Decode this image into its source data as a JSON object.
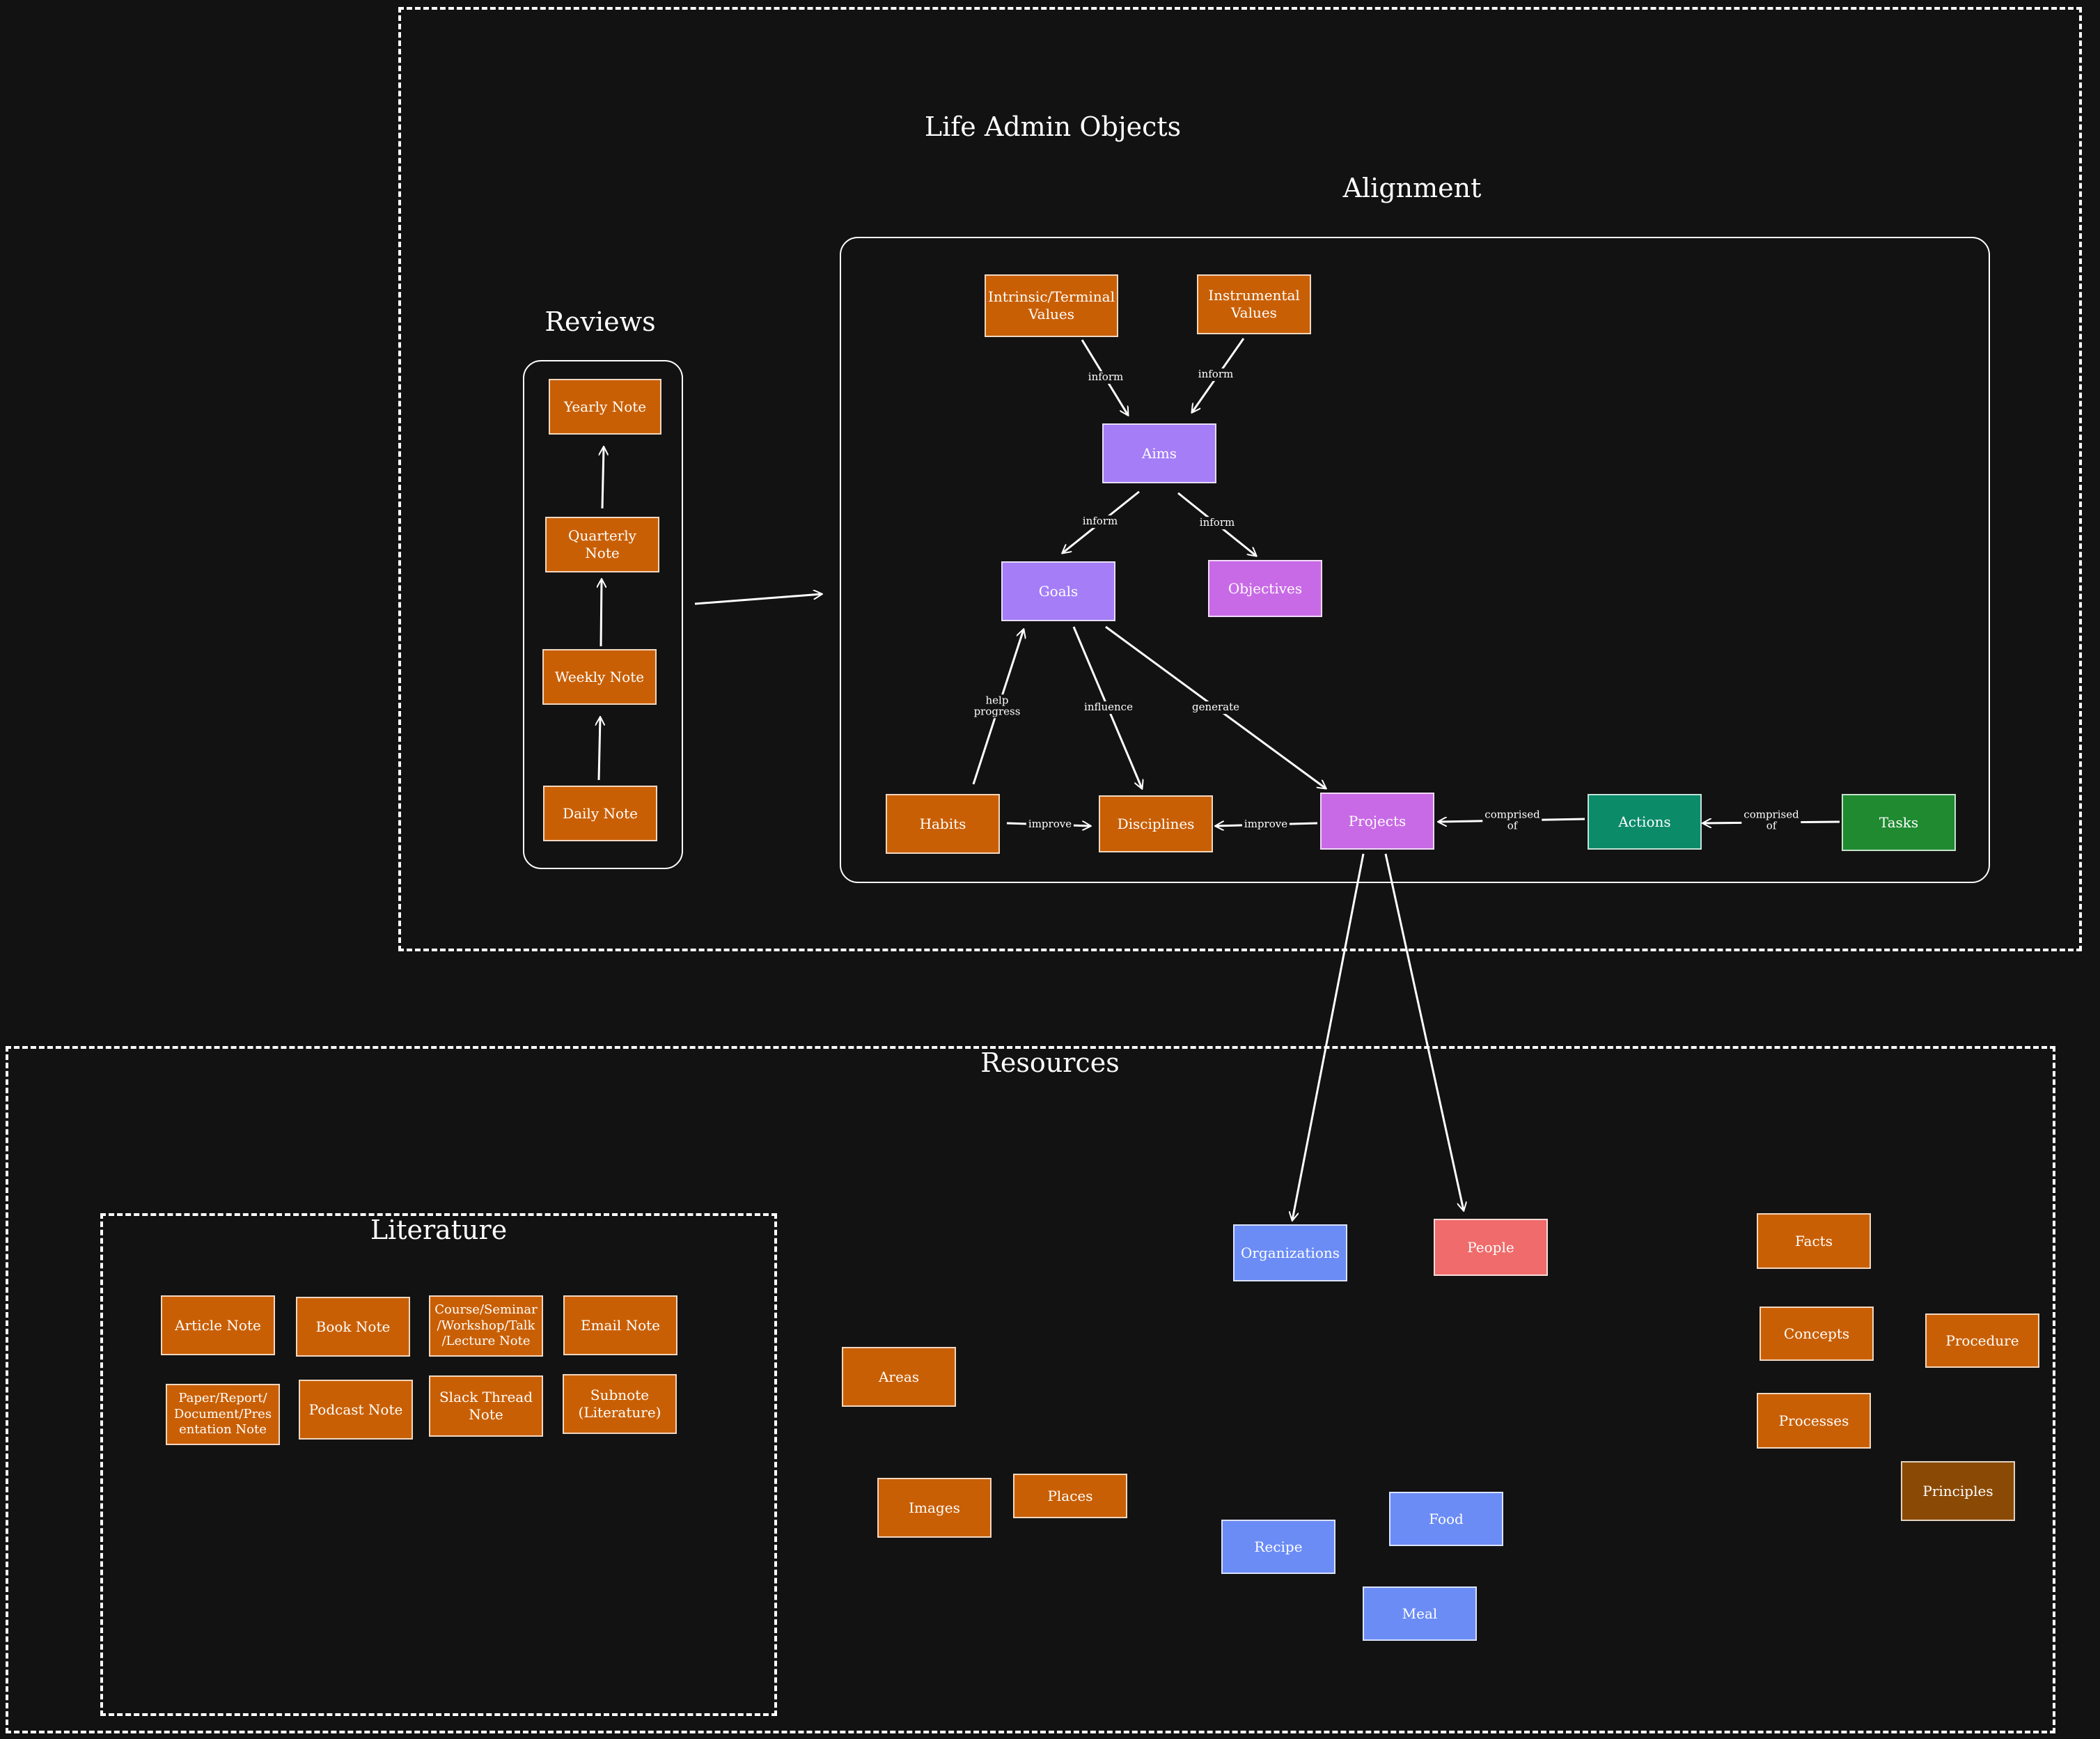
{
  "titles": {
    "life_admin": "Life Admin Objects",
    "alignment": "Alignment",
    "reviews": "Reviews",
    "resources": "Resources",
    "literature": "Literature"
  },
  "colors": {
    "background": "#121212",
    "orange": "#c95f04",
    "purple": "#a47df7",
    "magenta": "#c86ae6",
    "teal": "#0c8b69",
    "green": "#1f8a30",
    "blue": "#6b8cf5",
    "red": "#f06b6b",
    "brown": "#8a4a05"
  },
  "nodes": {
    "yearly": "Yearly Note",
    "quarterly": "Quarterly Note",
    "weekly": "Weekly Note",
    "daily": "Daily Note",
    "intrinsic": "Intrinsic/Terminal\nValues",
    "instrumental": "Instrumental\nValues",
    "aims": "Aims",
    "goals": "Goals",
    "objectives": "Objectives",
    "habits": "Habits",
    "disciplines": "Disciplines",
    "projects": "Projects",
    "actions": "Actions",
    "tasks": "Tasks",
    "article": "Article Note",
    "book": "Book Note",
    "course": "Course/Seminar\n/Workshop/Talk\n/Lecture Note",
    "email": "Email Note",
    "paper": "Paper/Report/\nDocument/Pres\nentation Note",
    "podcast": "Podcast Note",
    "slack": "Slack Thread\nNote",
    "subnote": "Subnote\n(Literature)",
    "areas": "Areas",
    "images": "Images",
    "places": "Places",
    "organizations": "Organizations",
    "people": "People",
    "recipe": "Recipe",
    "food": "Food",
    "meal": "Meal",
    "facts": "Facts",
    "concepts": "Concepts",
    "procedure": "Procedure",
    "processes": "Processes",
    "principles": "Principles"
  },
  "edge_labels": {
    "intrinsic_aims": "inform",
    "instrumental_aims": "inform",
    "aims_goals": "inform",
    "aims_objectives": "inform",
    "habits_goals": "help\nprogress",
    "goals_disciplines": "influence",
    "goals_projects": "generate",
    "habits_disciplines": "improve",
    "projects_disciplines": "improve",
    "actions_projects": "comprised\nof",
    "tasks_actions": "comprised\nof"
  }
}
